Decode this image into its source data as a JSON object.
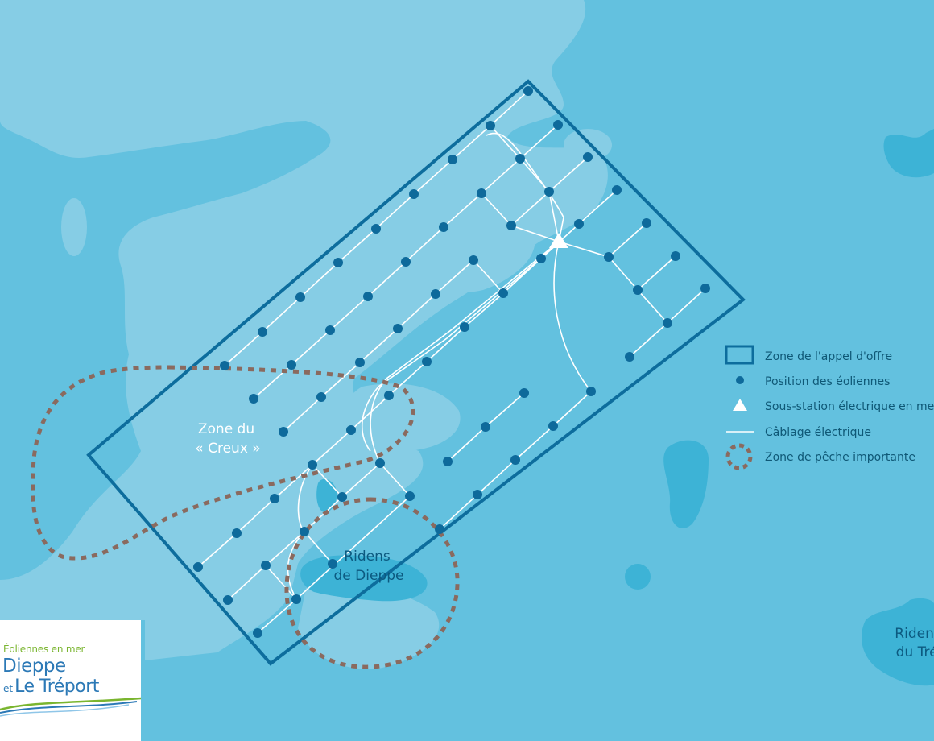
{
  "labels": {
    "creux_line1": "Zone du",
    "creux_line2": "« Creux »",
    "ridens_dieppe_line1": "Ridens",
    "ridens_dieppe_line2": "de Dieppe",
    "ridens_treport_line1": "Ridens",
    "ridens_treport_line2": "du Tréport"
  },
  "legend": {
    "zone_appel_offre": "Zone de l'appel d'offre",
    "eoliennes": "Position des éoliennes",
    "sous_station": "Sous-station électrique en mer",
    "cablage": "Câblage électrique",
    "zone_peche": "Zone de pêche importante"
  },
  "logo": {
    "line1": "Éoliennes en mer",
    "line2": "Dieppe",
    "et": "et",
    "line3": "Le Tréport"
  },
  "colors": {
    "sea": "#63c1df",
    "shallow": "#86cde5",
    "deep": "#3db3d6",
    "zone_outline": "#0d6d9d",
    "turbine": "#0e6a9b",
    "cable": "#ffffff",
    "fishing_zone": "#8a6a5f"
  },
  "icons": {
    "substation": "triangle-icon",
    "turbine": "dot-icon"
  }
}
